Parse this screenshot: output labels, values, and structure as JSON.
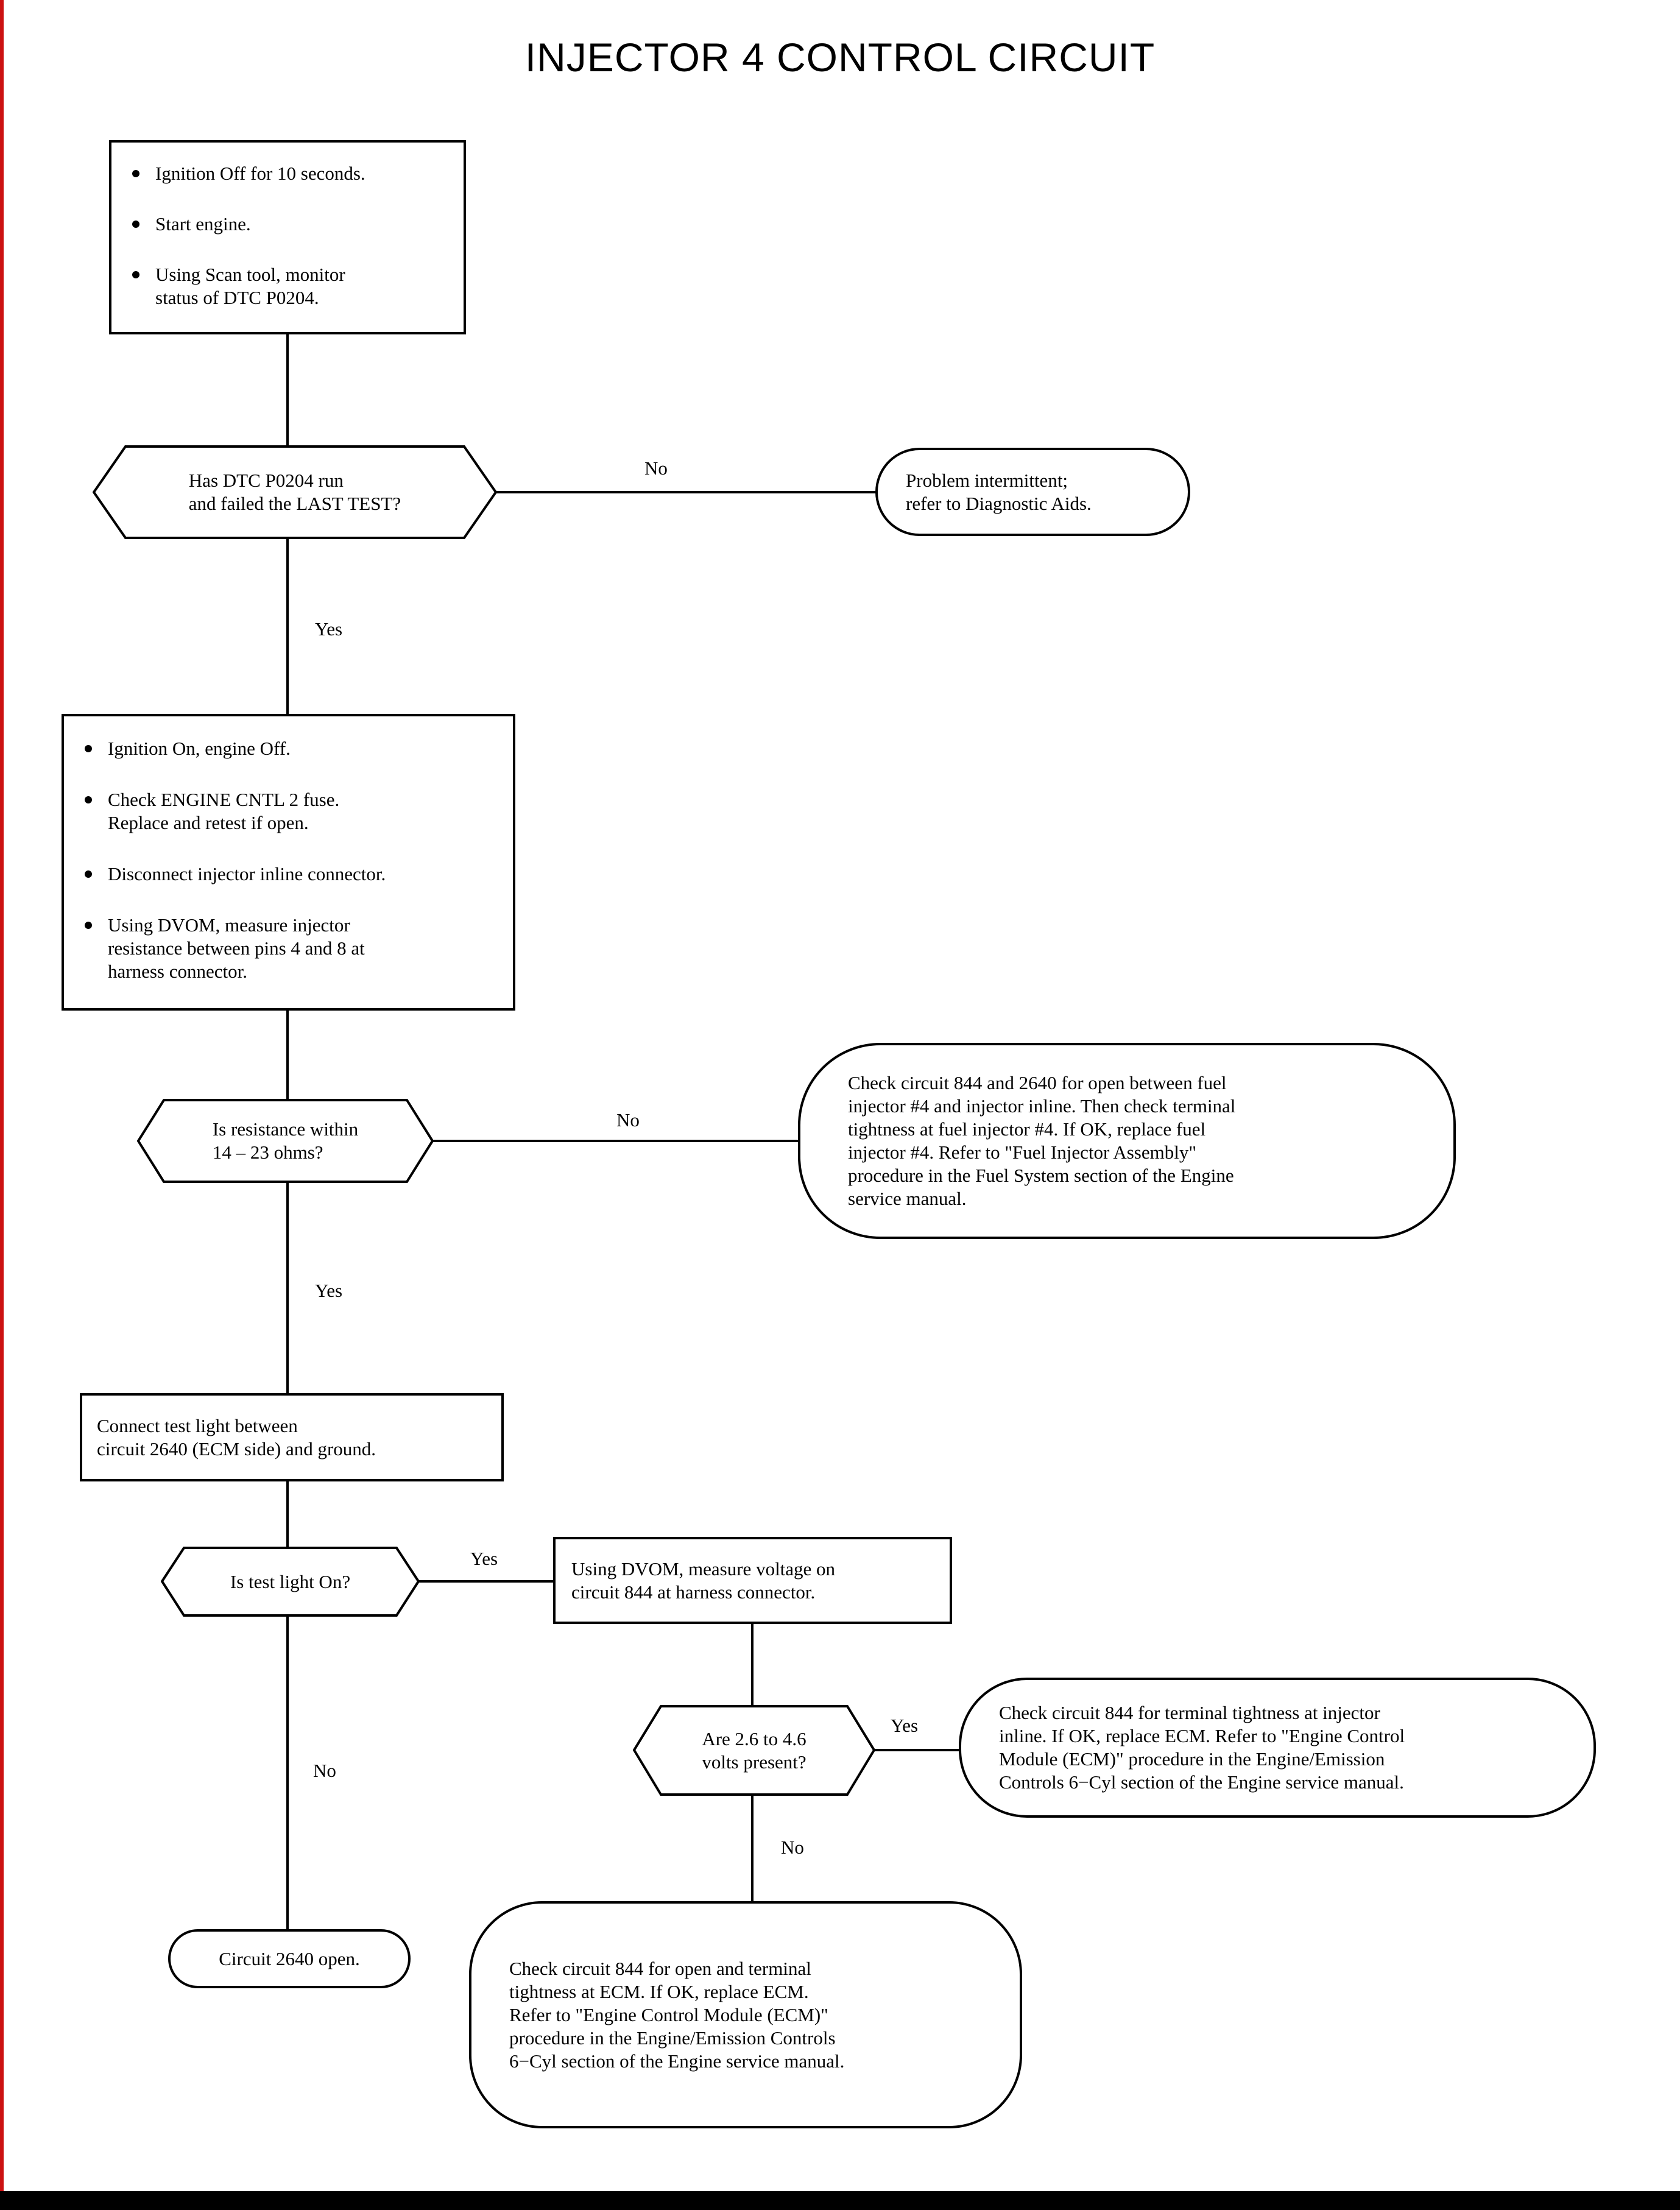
{
  "title": "INJECTOR 4 CONTROL CIRCUIT",
  "flowchart": {
    "step1": {
      "bullets": [
        "Ignition Off for 10 seconds.",
        "Start engine.",
        "Using Scan tool, monitor\nstatus of DTC P0204."
      ]
    },
    "decision1": {
      "text": "Has DTC P0204 run\nand failed the LAST TEST?"
    },
    "outcome_intermittent": {
      "text": "Problem intermittent;\nrefer to Diagnostic Aids."
    },
    "step2": {
      "bullets": [
        "Ignition On, engine Off.",
        "Check ENGINE CNTL 2 fuse.\nReplace and retest if open.",
        "Disconnect injector inline connector.",
        "Using DVOM, measure injector\nresistance between pins 4 and 8 at\nharness connector."
      ]
    },
    "decision2": {
      "text": "Is resistance within\n14 – 23 ohms?"
    },
    "action_check_844_2640": {
      "text": "Check circuit 844 and 2640 for open between fuel\ninjector #4 and injector inline. Then check terminal\ntightness at fuel injector #4. If OK, replace fuel\ninjector #4. Refer to \"Fuel Injector Assembly\"\nprocedure in the Fuel System section of the Engine\nservice manual."
    },
    "step3": {
      "text": "Connect test light between\ncircuit 2640 (ECM side) and ground."
    },
    "decision3": {
      "text": "Is test light On?"
    },
    "step4": {
      "text": "Using DVOM, measure voltage on\ncircuit 844 at harness connector."
    },
    "decision4": {
      "text": "Are 2.6 to 4.6\nvolts present?"
    },
    "action_check_844_terminal": {
      "text": "Check circuit 844 for terminal tightness at injector\ninline. If OK, replace ECM. Refer to \"Engine Control\nModule (ECM)\" procedure in the Engine/Emission\nControls 6−Cyl section of the Engine service manual."
    },
    "outcome_circuit_2640_open": {
      "text": "Circuit 2640 open."
    },
    "action_check_844_open": {
      "text": "Check circuit 844 for open and terminal\ntightness at ECM. If OK, replace ECM.\nRefer to \"Engine Control Module (ECM)\"\nprocedure in the Engine/Emission Controls\n6−Cyl section of the Engine service manual."
    },
    "labels": {
      "yes": "Yes",
      "no": "No"
    }
  }
}
